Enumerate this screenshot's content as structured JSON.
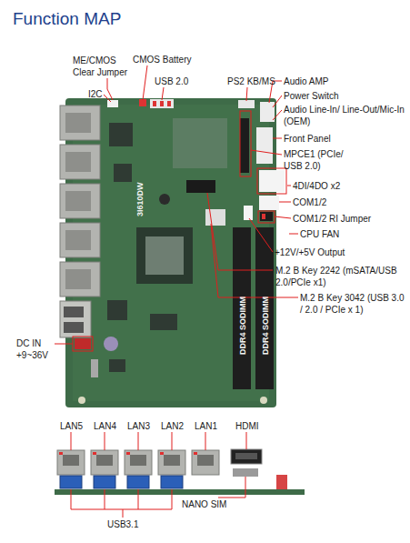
{
  "diagram": {
    "title": "Function MAP",
    "labels": [
      "ME/CMOS Clear Jumper",
      "CMOS Battery",
      "I2C",
      "USB 2.0",
      "PS2 KB/MS",
      "Audio AMP",
      "Power Switch",
      "Audio Line-In/ Line-Out/Mic-In (OEM)",
      "Front Panel",
      "MPCE1 (PCIe/ USB 2.0)",
      "4DI/4DO x2",
      "COM1/2",
      "COM1/2 RI Jumper",
      "CPU FAN",
      "+12V/+5V Output",
      "M.2 B Key 2242 (mSATA/USB 2.0/PCIe x1)",
      "M.2 B Key 3042 (USB 3.0 / 2.0 / PCIe x 1)",
      "DC IN +9~36V",
      "DDR4 SODIMM",
      "DDR4 SODIMM",
      "3I610DW",
      "LAN5",
      "LAN4",
      "LAN3",
      "LAN2",
      "LAN1",
      "HDMI",
      "NANO SIM",
      "USB3.1"
    ]
  }
}
